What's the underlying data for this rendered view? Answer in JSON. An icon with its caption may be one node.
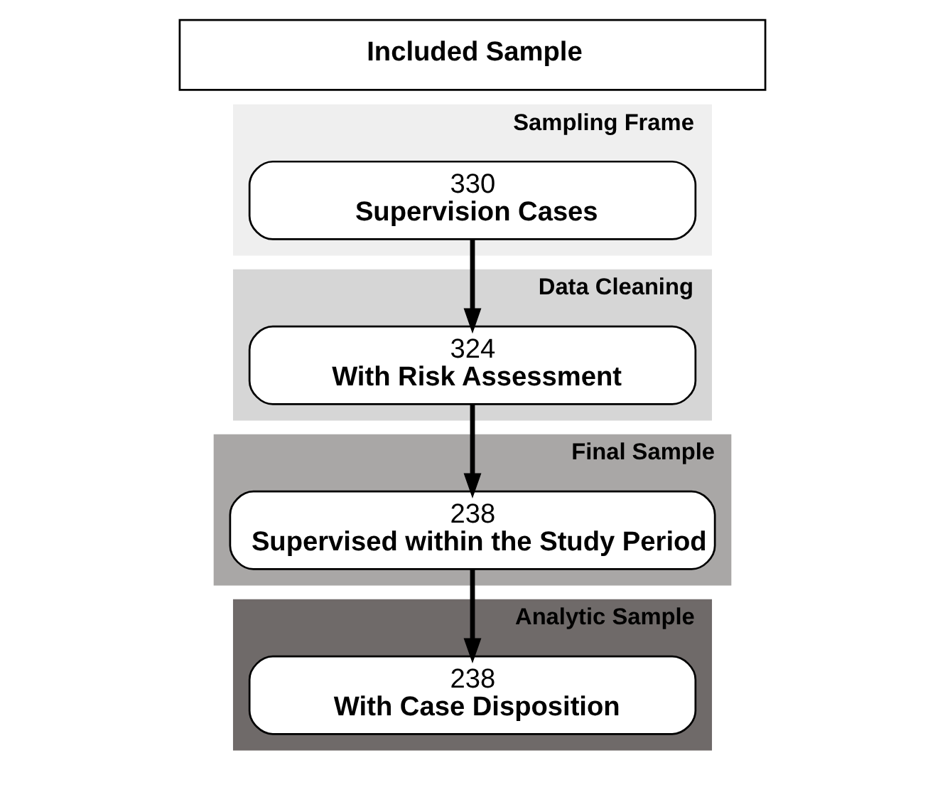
{
  "diagram": {
    "nodes": [
      {
        "text": [
          "Included Sample"
        ]
      },
      {
        "text": [
          "Sampling Frame"
        ]
      },
      {
        "text": [
          "330",
          "Supervision Cases"
        ],
        "in": 1
      },
      {
        "text": [
          "Data Cleaning"
        ]
      },
      {
        "text": [
          "324",
          "With Risk Assessment"
        ],
        "in": 3
      },
      {
        "text": [
          "Final Sample"
        ]
      },
      {
        "text": [
          "238",
          "Supervised within the Study Period"
        ],
        "in": 5
      },
      {
        "text": [
          "Analytic Sample"
        ]
      },
      {
        "text": [
          "238",
          "With Case Disposition"
        ],
        "in": 7
      }
    ],
    "edges": [
      {
        "from": 2,
        "to": 4,
        "arrow": "to"
      },
      {
        "from": 4,
        "to": 6,
        "arrow": "to"
      },
      {
        "from": 6,
        "to": 8,
        "arrow": "to"
      }
    ]
  }
}
